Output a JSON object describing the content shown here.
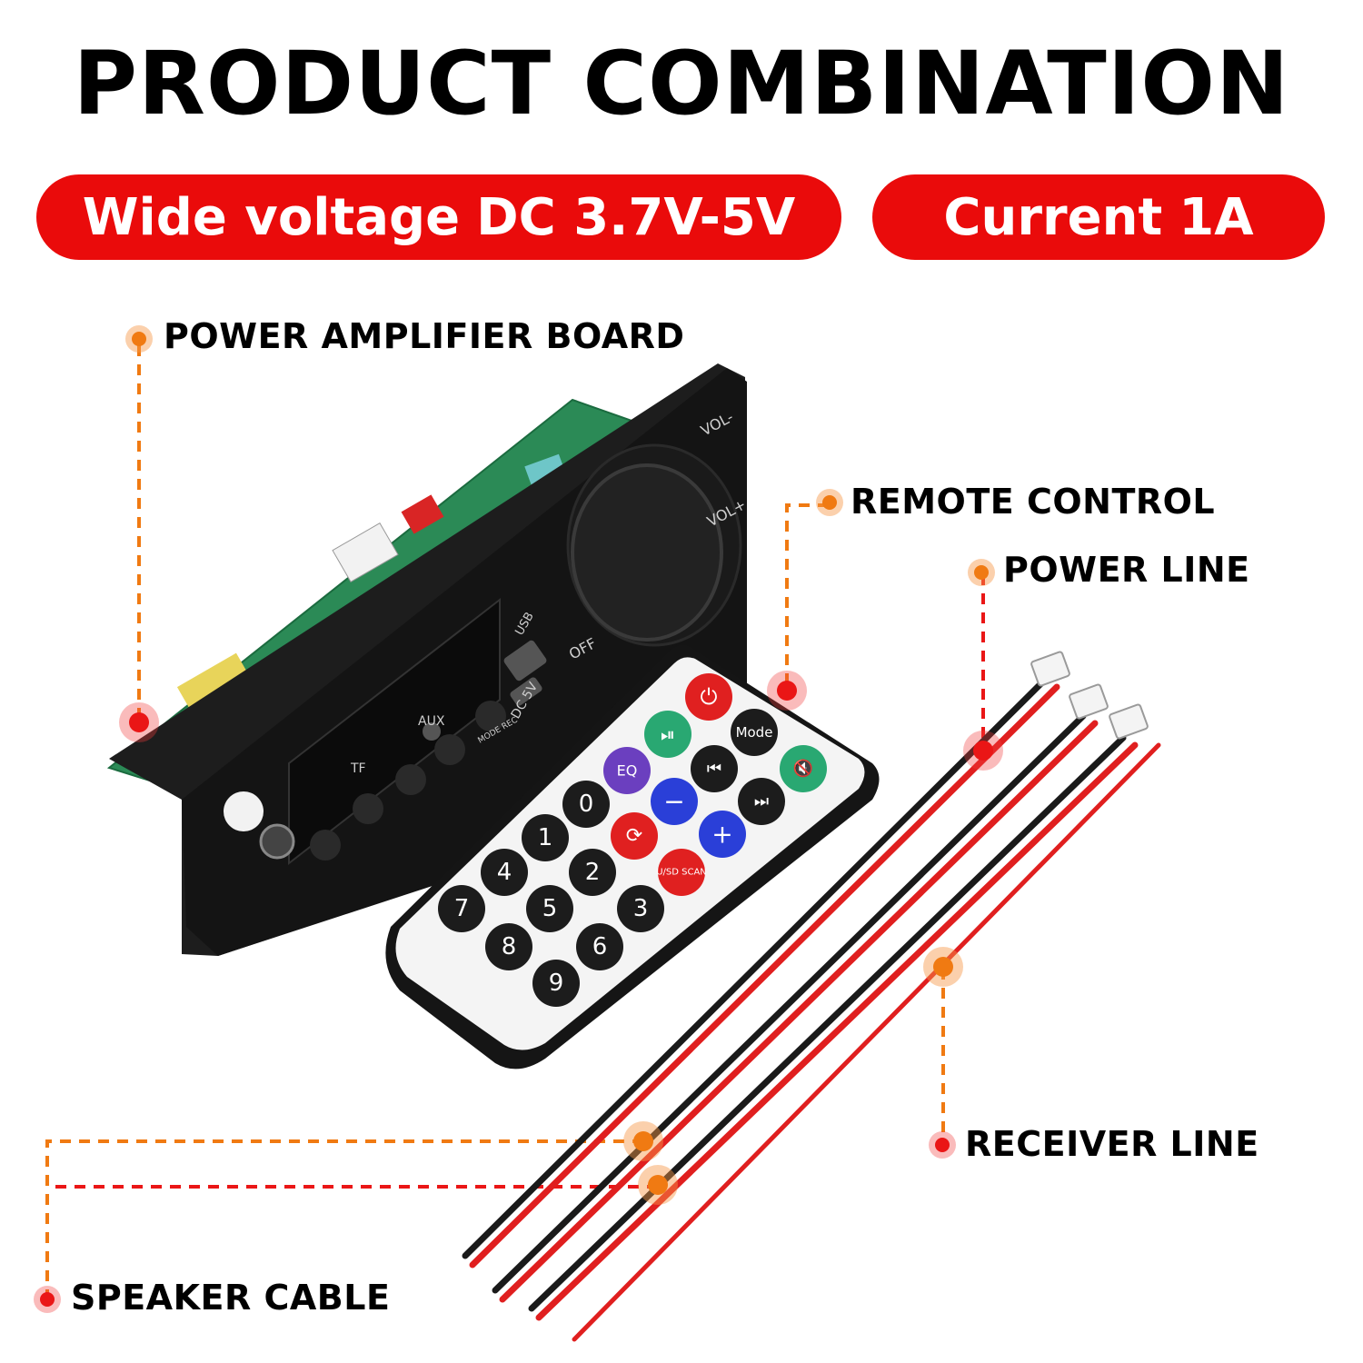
{
  "title": "PRODUCT COMBINATION",
  "badges": {
    "voltage_prefix": "Wide voltage",
    "voltage_value": "DC 3.7V-5V",
    "current_prefix": "Current",
    "current_value": "1A"
  },
  "callouts": {
    "board": "POWER AMPLIFIER BOARD",
    "remote": "REMOTE CONTROL",
    "power_line": "POWER LINE",
    "receiver_line": "RECEIVER LINE",
    "speaker_cable": "SPEAKER CABLE"
  },
  "board_panel": {
    "vol_minus": "VOL-",
    "vol_plus": "VOL+",
    "off": "OFF",
    "usb": "USB",
    "dc5v": "DC 5V",
    "aux": "AUX",
    "tf": "TF",
    "mode_rec": "MODE REC"
  },
  "remote": {
    "power": "⏻",
    "play_pause": "⏯",
    "mode": "Mode",
    "eq": "EQ",
    "prev": "⏮",
    "mute": "🔇",
    "zero": "0",
    "minus": "−",
    "next": "⏭",
    "one": "1",
    "repeat": "⟳",
    "plus": "+",
    "four": "4",
    "two": "2",
    "usd_scan": "U/SD SCAN",
    "seven": "7",
    "five": "5",
    "three": "3",
    "eight": "8",
    "six": "6",
    "nine": "9"
  },
  "colors": {
    "accent_red": "#ea0b0b",
    "callout_orange": "#f07a12",
    "pcb_green": "#1f8a4c"
  }
}
